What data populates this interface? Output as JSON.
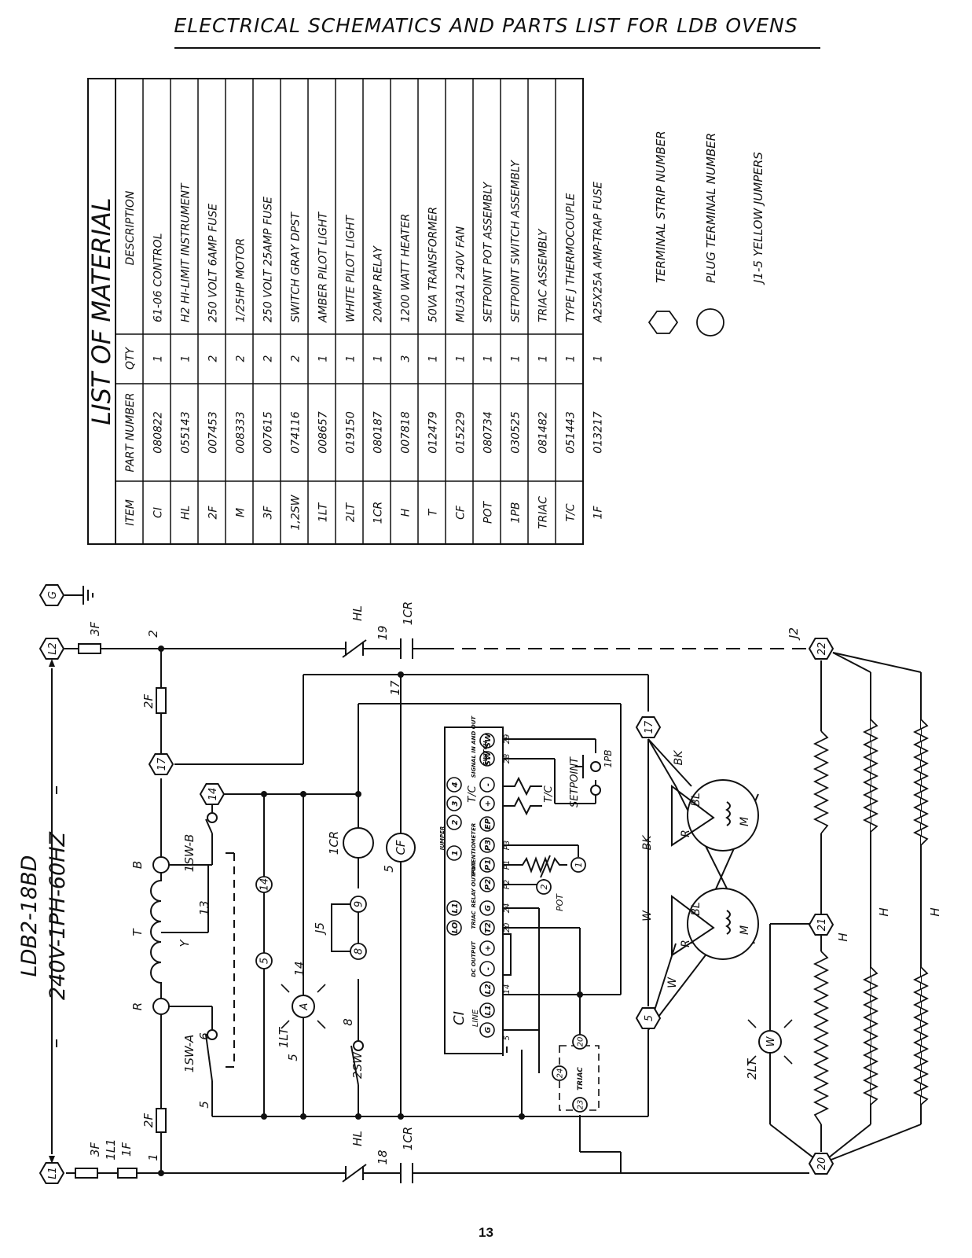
{
  "header": {
    "title": "ELECTRICAL SCHEMATICS AND PARTS LIST FOR LDB OVENS"
  },
  "model": {
    "name": "LDB2-18BD",
    "power": "240V-1PH-60HZ"
  },
  "bom": {
    "title": "LIST OF MATERIAL",
    "columns": [
      "ITEM",
      "PART NUMBER",
      "QTY",
      "DESCRIPTION"
    ],
    "rows": [
      [
        "CI",
        "080822",
        "1",
        "61-06 CONTROL"
      ],
      [
        "HL",
        "055143",
        "1",
        "H2 HI-LIMIT INSTRUMENT"
      ],
      [
        "2F",
        "007453",
        "2",
        "250 VOLT 6AMP FUSE"
      ],
      [
        "M",
        "008333",
        "2",
        "1/25HP MOTOR"
      ],
      [
        "3F",
        "007615",
        "2",
        "250 VOLT 25AMP FUSE"
      ],
      [
        "1,2SW",
        "074116",
        "2",
        "SWITCH GRAY DPST"
      ],
      [
        "1LT",
        "008657",
        "1",
        "AMBER PILOT LIGHT"
      ],
      [
        "2LT",
        "019150",
        "1",
        "WHITE PILOT LIGHT"
      ],
      [
        "1CR",
        "080187",
        "1",
        "20AMP RELAY"
      ],
      [
        "H",
        "007818",
        "3",
        "1200 WATT HEATER"
      ],
      [
        "T",
        "012479",
        "1",
        "50VA TRANSFORMER"
      ],
      [
        "CF",
        "015229",
        "1",
        "MU3A1 240V FAN"
      ],
      [
        "POT",
        "080734",
        "1",
        "SETPOINT POT ASSEMBLY"
      ],
      [
        "1PB",
        "030525",
        "1",
        "SETPOINT SWITCH ASSEMBLY"
      ],
      [
        "TRIAC",
        "081482",
        "1",
        "TRIAC ASSEMBLY"
      ],
      [
        "T/C",
        "051443",
        "1",
        "TYPE J THERMOCOUPLE"
      ],
      [
        "1F",
        "013217",
        "1",
        "A25X25A AMP-TRAP FUSE"
      ]
    ]
  },
  "legend": [
    {
      "symbol": "hexagon",
      "label": "TERMINAL STRIP NUMBER"
    },
    {
      "symbol": "circle",
      "label": "PLUG TERMINAL NUMBER"
    },
    {
      "symbol": "none",
      "label": "J1-5 YELLOW JUMPERS"
    }
  ],
  "labels": {
    "L1": "L1",
    "L2": "L2",
    "G": "G",
    "f3": "3F",
    "f1l1": "1L1",
    "f1": "1F",
    "f2": "2F",
    "w1": "1",
    "w2": "2",
    "w5": "5",
    "w6": "6",
    "w8": "8",
    "w13": "13",
    "w14": "14",
    "w17": "17",
    "w18": "18",
    "w19": "19",
    "hl": "HL",
    "cr1": "1CR",
    "j2": "J2",
    "j5": "J5",
    "R": "R",
    "Y": "Y",
    "B": "B",
    "T": "T",
    "sw1a": "1SW-A",
    "sw1b": "1SW-B",
    "sw2": "2SW",
    "lt1": "1LT",
    "lt2": "2LT",
    "A": "A",
    "W": "W",
    "cf": "CF",
    "ci": "CI",
    "line": "LINE",
    "dc_out": "DC OUTPUT",
    "triac_out": "TRIAC",
    "relay_out": "RELAY OUTPUT",
    "pot_hdr": "POTENTIOMETER",
    "jumper": "JUMPER",
    "tc_hdr": "T/C",
    "sig": "SIGNAL IN AND OUT",
    "switch": "SWITCH",
    "setpoint": "SETPOINT",
    "pb1": "1PB",
    "pot": "POT",
    "tc": "T/C",
    "P1": "P1",
    "P2": "P2",
    "P3": "P3",
    "H": "H",
    "M": "M",
    "BL": "BL",
    "BK": "BK",
    "triac": "TRIAC",
    "n5": "5",
    "n14": "14",
    "n17": "17",
    "n20": "20",
    "n21": "21",
    "n22": "22",
    "p5": "5",
    "p8": "8",
    "p9": "9",
    "p14": "14",
    "p20": "20",
    "p23": "23",
    "p24": "24",
    "t1": "1",
    "t2": "2",
    "t3": "3",
    "t4": "4",
    "ciL1": "L1",
    "ciL2": "L2",
    "ciG": "G",
    "ciP": "+",
    "ciM": "-",
    "ciT2": "T2",
    "ciG2": "G",
    "ciR1": "LO",
    "ciR2": "L1",
    "ciP2": "P2",
    "ciP1": "P1",
    "ciP3": "P3",
    "ciEP": "EP",
    "ciS1": "SW",
    "ciS2": "SW",
    "c5": "5",
    "c14": "14",
    "c20": "20",
    "c24": "24",
    "c28": "28",
    "c29": "29"
  },
  "page": {
    "number": "13"
  }
}
